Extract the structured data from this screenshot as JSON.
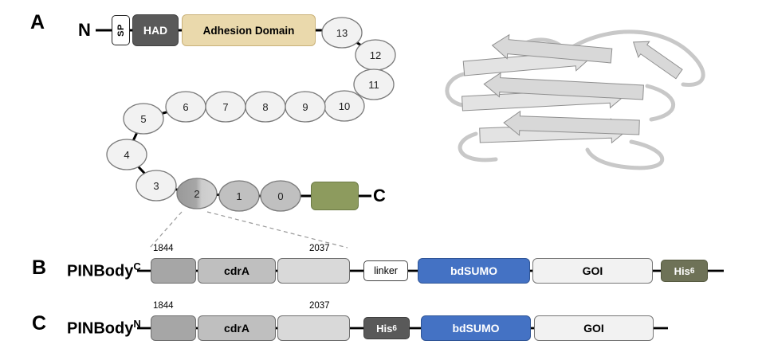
{
  "colors": {
    "had_fill": "#595959",
    "adhesion_fill": "#EAD9AC",
    "adhesion_border": "#C9B178",
    "repeat_fill": "#F2F2F2",
    "repeat_fill_dark": "#C0C0C0",
    "green_box_fill": "#8D9B5E",
    "bdsumo_fill": "#4472C4",
    "his_olive_fill": "#6E7257",
    "his_gray_fill": "#595959",
    "segment_gray_dark": "#A6A6A6",
    "segment_gray_mid": "#BFBFBF",
    "segment_gray_light": "#D9D9D9"
  },
  "panelA": {
    "label": "A",
    "n_label": "N",
    "c_label": "C",
    "sp_label": "SP",
    "had_label": "HAD",
    "adhesion_label": "Adhesion Domain",
    "repeats": [
      "13",
      "12",
      "11",
      "10",
      "9",
      "8",
      "7",
      "6",
      "5",
      "4",
      "3",
      "2",
      "1",
      "0"
    ]
  },
  "panelB": {
    "label": "B",
    "name": "PINBody",
    "name_sup": "C",
    "start_residue": "1844",
    "end_residue": "2037",
    "cdrA_label": "cdrA",
    "linker_label": "linker",
    "bdsumo_label": "bdSUMO",
    "goi_label": "GOI",
    "his_label": "His",
    "his_sub": "6"
  },
  "panelC": {
    "label": "C",
    "name": "PINBody",
    "name_sup": "N",
    "start_residue": "1844",
    "end_residue": "2037",
    "cdrA_label": "cdrA",
    "his_label": "His",
    "his_sub": "6",
    "bdsumo_label": "bdSUMO",
    "goi_label": "GOI"
  }
}
